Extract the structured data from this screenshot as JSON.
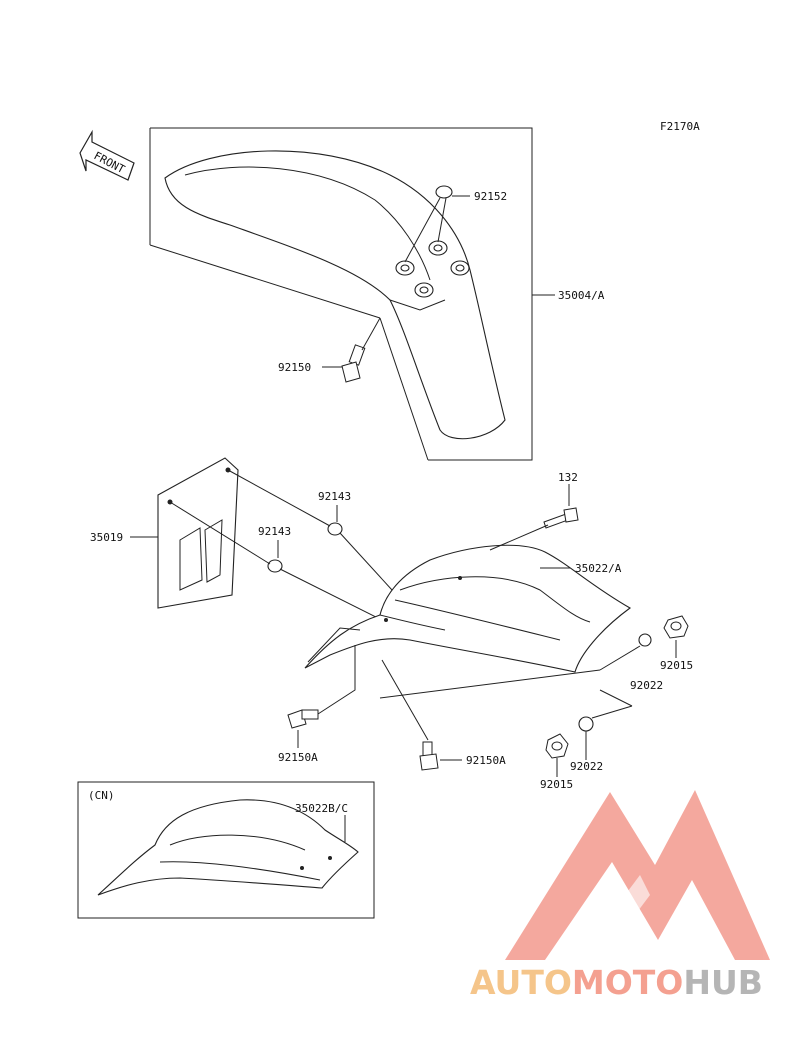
{
  "figure_code": "F2170A",
  "front_arrow_label": "FRONT",
  "callouts": {
    "p92152": "92152",
    "p35004a": "35004/A",
    "p92150": "92150",
    "p92143_top": "92143",
    "p92143_left": "92143",
    "p35019": "35019",
    "p132": "132",
    "p35022a": "35022/A",
    "p92015_right": "92015",
    "p92022_right": "92022",
    "p92150a_left": "92150A",
    "p92150a_right": "92150A",
    "p92022_bottom": "92022",
    "p92015_bottom": "92015"
  },
  "inset": {
    "region_label": "(CN)",
    "part_label": "35022B/C"
  },
  "watermark": {
    "word_part1": "AUTO",
    "word_part2": "MOTO",
    "word_part3": "HUB",
    "colors": {
      "part1": "#f5c58a",
      "part2": "#f4a090",
      "part3": "#b5b5b5",
      "logo": "#f39a8e"
    }
  }
}
